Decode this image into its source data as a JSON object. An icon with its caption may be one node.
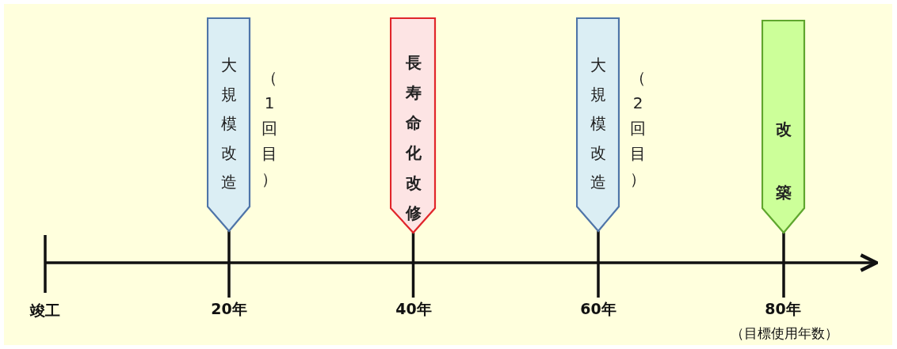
{
  "diagram": {
    "nodes": [
      {
        "text": [
          "大規模改造"
        ],
        "beside": [
          "（1回目）"
        ]
      },
      {
        "text": [
          "長寿命化改修"
        ]
      },
      {
        "text": [
          "大規模改造"
        ],
        "beside": [
          "（2回目）"
        ]
      },
      {
        "text": [
          "改築"
        ]
      },
      {
        "text": [
          "20年"
        ]
      },
      {
        "text": [
          "40年"
        ]
      },
      {
        "text": [
          "60年"
        ]
      },
      {
        "text": [
          "80年"
        ]
      }
    ],
    "edges": [
      {
        "from": 0,
        "to": 4,
        "arrow": "none"
      },
      {
        "from": 1,
        "to": 5,
        "arrow": "none"
      },
      {
        "from": 2,
        "to": 6,
        "arrow": "none"
      },
      {
        "from": 3,
        "to": 7,
        "arrow": "none"
      }
    ],
    "labels": [
      "竣工",
      "（目標使用年数）"
    ]
  }
}
